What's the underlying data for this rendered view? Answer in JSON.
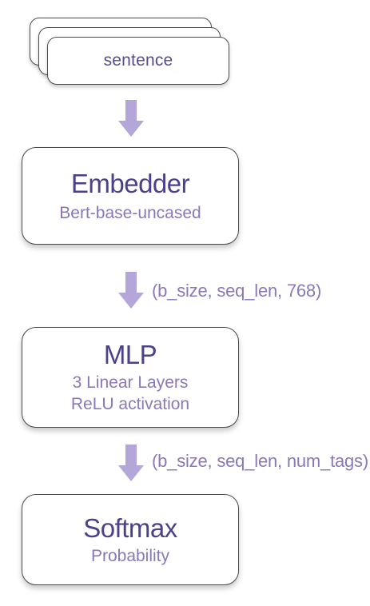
{
  "input": {
    "label": "sentence"
  },
  "nodes": [
    {
      "id": "embedder",
      "title": "Embedder",
      "lines": [
        "Bert-base-uncased"
      ]
    },
    {
      "id": "mlp",
      "title": "MLP",
      "lines": [
        "3 Linear Layers",
        "ReLU activation"
      ]
    },
    {
      "id": "softmax",
      "title": "Softmax",
      "lines": [
        "Probability"
      ]
    }
  ],
  "edges": [
    {
      "from": "input",
      "to": "embedder",
      "label": ""
    },
    {
      "from": "embedder",
      "to": "mlp",
      "label": "(b_size, seq_len, 768)"
    },
    {
      "from": "mlp",
      "to": "softmax",
      "label": "(b_size, seq_len, num_tags)"
    }
  ],
  "colors": {
    "title": "#4e3f8a",
    "subtitle": "#8a78b8",
    "arrow": "#b4a6d8",
    "border": "#4a4a4a"
  }
}
